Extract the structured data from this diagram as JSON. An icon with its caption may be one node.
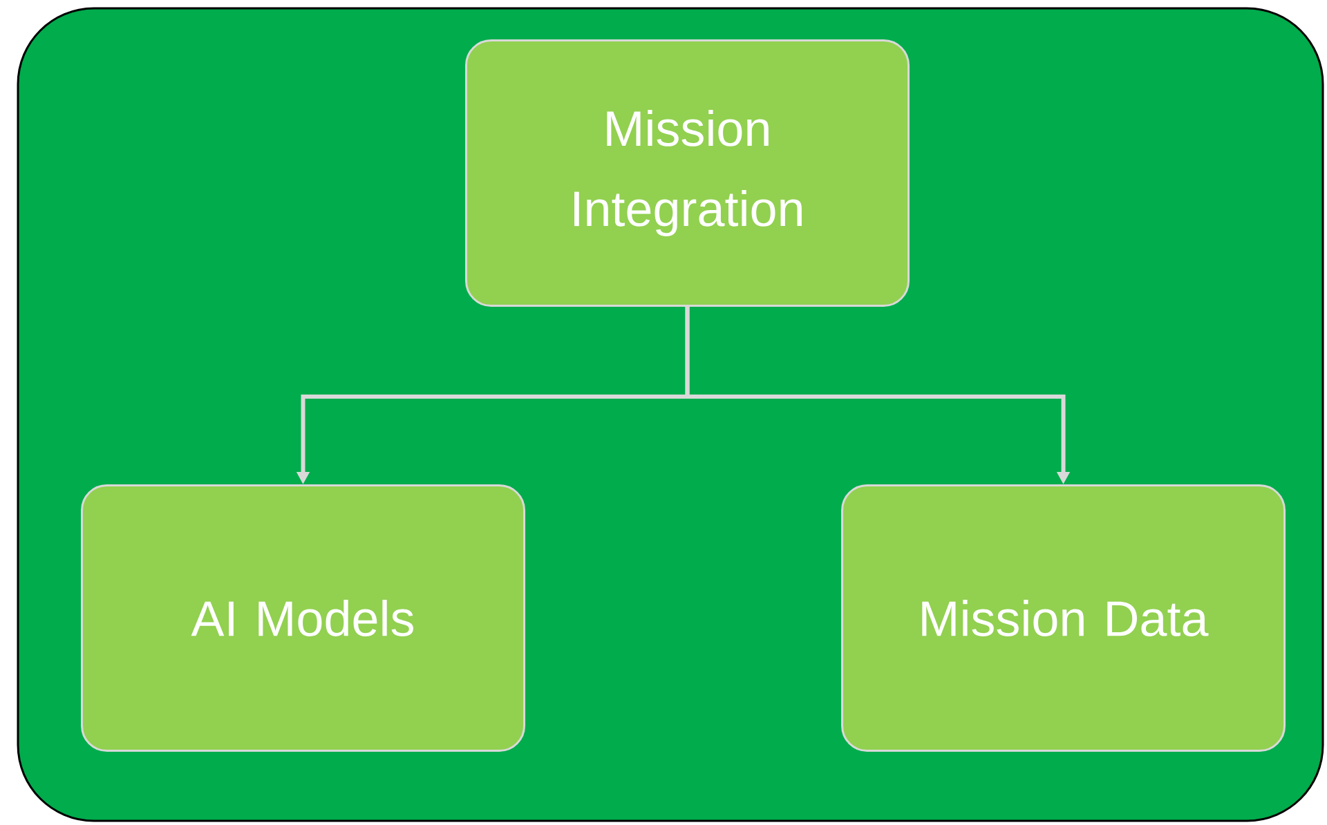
{
  "diagram": {
    "nodes": [
      {
        "text": [],
        "shape": "box"
      },
      {
        "text": [
          "Mission Integration"
        ],
        "in": 0
      },
      {
        "text": [
          "AI Models"
        ],
        "in": 0
      },
      {
        "text": [
          "Mission Data"
        ],
        "in": 0
      }
    ],
    "edges": [
      {
        "from": 1,
        "to": 2,
        "arrow": "to"
      },
      {
        "from": 1,
        "to": 3,
        "arrow": "to"
      }
    ]
  }
}
